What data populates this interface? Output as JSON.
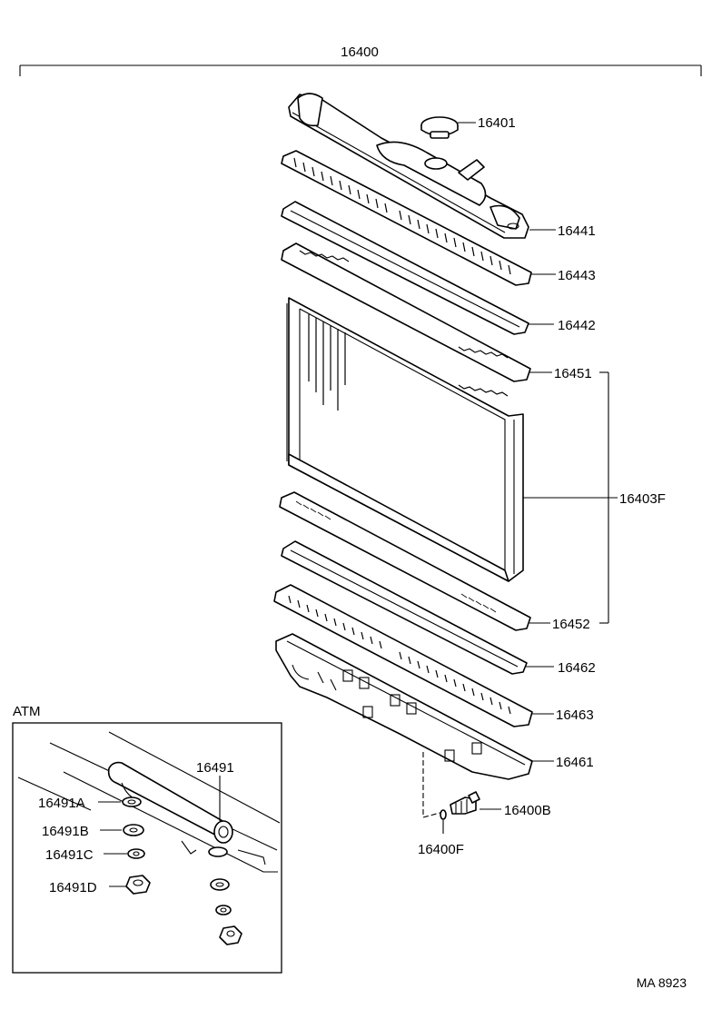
{
  "labels": {
    "assembly": "16400",
    "cap": "16401",
    "upper_tank": "16441",
    "upper_plate": "16443",
    "upper_gasket": "16442",
    "upper_core_plate": "16451",
    "core_sub": "16403F",
    "lower_core_plate": "16452",
    "lower_gasket": "16462",
    "lower_plate": "16463",
    "lower_tank": "16461",
    "drain_cock": "16400B",
    "drain_oring": "16400F",
    "atm_title": "ATM",
    "oil_cooler": "16491",
    "washer_a": "16491A",
    "washer_b": "16491B",
    "washer_c": "16491C",
    "nut_d": "16491D",
    "code": "MA 8923"
  }
}
